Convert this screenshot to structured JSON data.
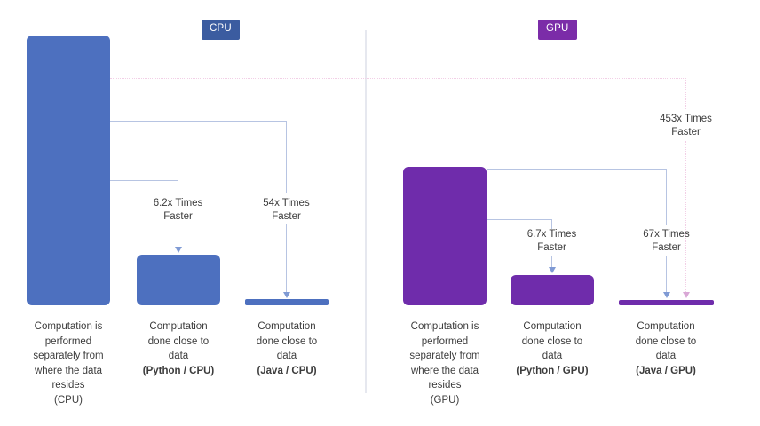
{
  "chart_data": {
    "type": "bar",
    "title": "",
    "panels": [
      {
        "name": "CPU",
        "badge_label": "CPU",
        "badge_color": "#3b5ca0",
        "bar_color": "#4d70bf",
        "categories": [
          "Computation is performed separately from where the data resides (CPU)",
          "Computation done close to data (Python / CPU)",
          "Computation done close to data (Java / CPU)"
        ],
        "values": [
          304,
          57,
          7
        ],
        "value_units": "relative runtime (px height)",
        "annotations": [
          "6.2x Times Faster",
          "54x Times Faster"
        ]
      },
      {
        "name": "GPU",
        "badge_label": "GPU",
        "badge_color": "#7b2ca8",
        "bar_color": "#6f2cab",
        "categories": [
          "Computation is performed separately from where the data resides (GPU)",
          "Computation done close to data (Python / GPU)",
          "Computation done close to data (Java / GPU)"
        ],
        "values": [
          156,
          34,
          6
        ],
        "value_units": "relative runtime (px height)",
        "annotations": [
          "6.7x Times Faster",
          "67x Times Faster"
        ]
      }
    ],
    "cross_panel_annotation": "453x Times Faster",
    "speedups": [
      {
        "panel": "CPU",
        "from": "CPU baseline",
        "to": "Python / CPU",
        "factor": 6.2,
        "label": "6.2x Times Faster"
      },
      {
        "panel": "CPU",
        "from": "CPU baseline",
        "to": "Java / CPU",
        "factor": 54,
        "label": "54x Times Faster"
      },
      {
        "panel": "GPU",
        "from": "GPU baseline",
        "to": "Python / GPU",
        "factor": 6.7,
        "label": "6.7x Times Faster"
      },
      {
        "panel": "GPU",
        "from": "GPU baseline",
        "to": "Java / GPU",
        "factor": 67,
        "label": "67x Times Faster"
      },
      {
        "panel": "cross",
        "from": "CPU baseline",
        "to": "Java / GPU",
        "factor": 453,
        "label": "453x Times Faster"
      }
    ],
    "grid": false,
    "legend": "none",
    "xlabel": "",
    "ylabel": ""
  },
  "cpu": {
    "badge": "CPU",
    "labels": {
      "bar1_line1": "Computation is",
      "bar1_line2": "performed",
      "bar1_line3": "separately from",
      "bar1_line4": "where the data",
      "bar1_line5": "resides",
      "bar1_line6": "(CPU)",
      "bar2_line1": "Computation",
      "bar2_line2": "done close to",
      "bar2_line3": "data",
      "bar2_sub": "(Python / CPU)",
      "bar3_line1": "Computation",
      "bar3_line2": "done close to",
      "bar3_line3": "data",
      "bar3_sub": "(Java / CPU)"
    },
    "annotations": {
      "a1": "6.2x Times\nFaster",
      "a2": "54x Times\nFaster"
    }
  },
  "gpu": {
    "badge": "GPU",
    "labels": {
      "bar1_line1": "Computation is",
      "bar1_line2": "performed",
      "bar1_line3": "separately from",
      "bar1_line4": "where the data",
      "bar1_line5": "resides",
      "bar1_line6": "(GPU)",
      "bar2_line1": "Computation",
      "bar2_line2": "done close to",
      "bar2_line3": "data",
      "bar2_sub": "(Python / GPU)",
      "bar3_line1": "Computation",
      "bar3_line2": "done close to",
      "bar3_line3": "data",
      "bar3_sub": "(Java / GPU)"
    },
    "annotations": {
      "a1": "6.7x Times\nFaster",
      "a2": "67x Times\nFaster"
    }
  },
  "cross": {
    "annotation": "453x Times\nFaster"
  },
  "colors": {
    "cpu_bar": "#4d70bf",
    "gpu_bar": "#6f2cab",
    "cpu_badge": "#3b5ca0",
    "gpu_badge": "#7b2ca8",
    "connector": "#b7c4e2",
    "dotted_guide": "#f2cfe6",
    "divider": "#e6e8ef",
    "text": "#3c3c3c",
    "background": "#ffffff"
  }
}
